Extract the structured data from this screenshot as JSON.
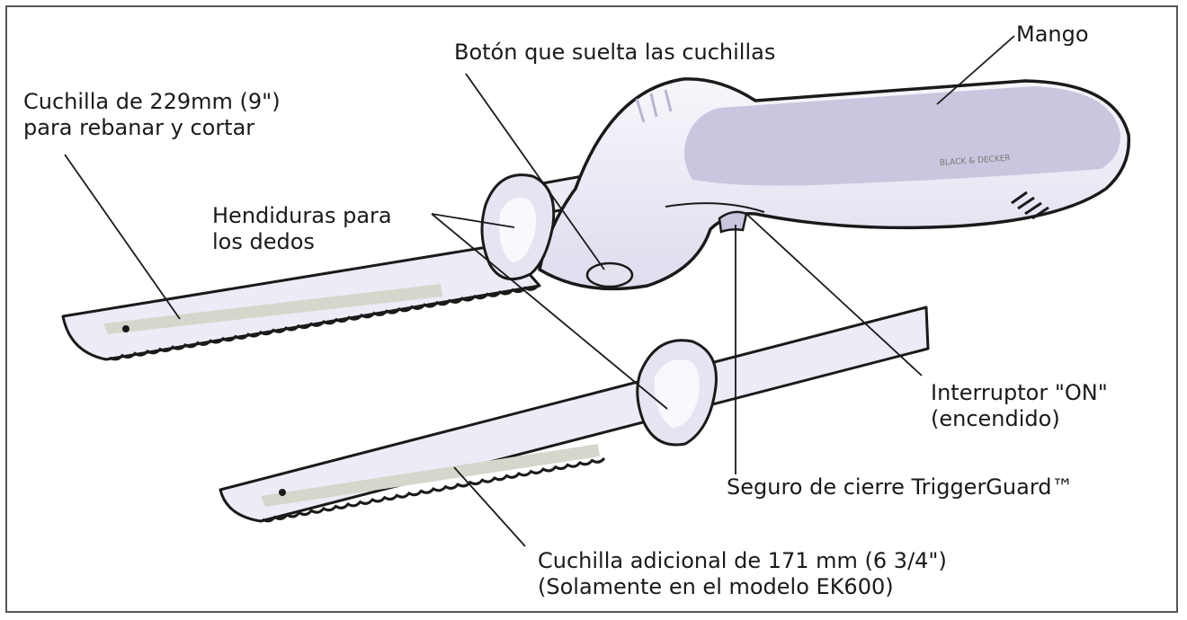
{
  "labels": {
    "boton": "Botón que suelta las cuchillas",
    "mango": "Mango",
    "cuchilla_229_l1": "Cuchilla de 229mm (9\")",
    "cuchilla_229_l2": "para rebanar y cortar",
    "hendiduras_l1": "Hendiduras para",
    "hendiduras_l2": "los dedos",
    "interruptor_l1": "Interruptor \"ON\"",
    "interruptor_l2": "(encendido)",
    "seguro": "Seguro de cierre TriggerGuard™",
    "cuchilla_171_l1": "Cuchilla adicional de 171 mm (6 3/4\")",
    "cuchilla_171_l2": "(Solamente en el modelo EK600)"
  },
  "brand_text": "BLACK & DECKER",
  "colors": {
    "outline": "#1a1a1a",
    "handle_fill": "#e9e7f4",
    "grip_fill": "#c9c6df",
    "blade_fill": "#ecebf6",
    "blade_shade": "#d7d6cc"
  }
}
